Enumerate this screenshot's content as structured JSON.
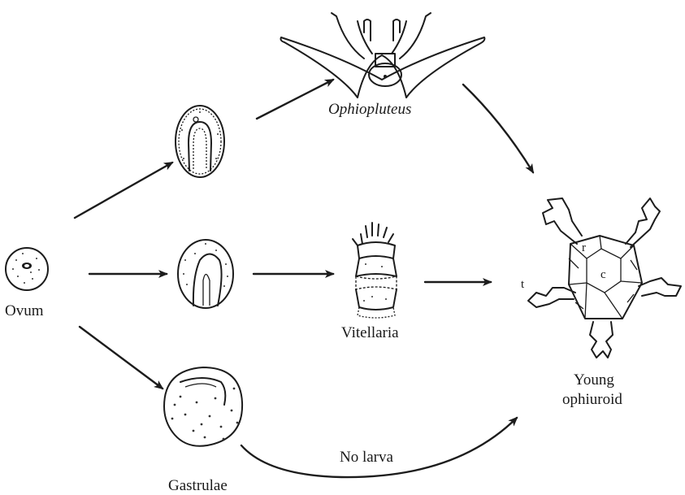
{
  "labels": {
    "ovum": "Ovum",
    "ophiopluteus": "Ophiopluteus",
    "vitellaria": "Vitellaria",
    "gastrulae": "Gastrulae",
    "young_line1": "Young",
    "young_line2": "ophiuroid",
    "no_larva": "No larva",
    "mark_r": "r",
    "mark_c": "c",
    "mark_t": "t"
  },
  "colors": {
    "ink": "#1c1c1c",
    "background": "#ffffff"
  }
}
